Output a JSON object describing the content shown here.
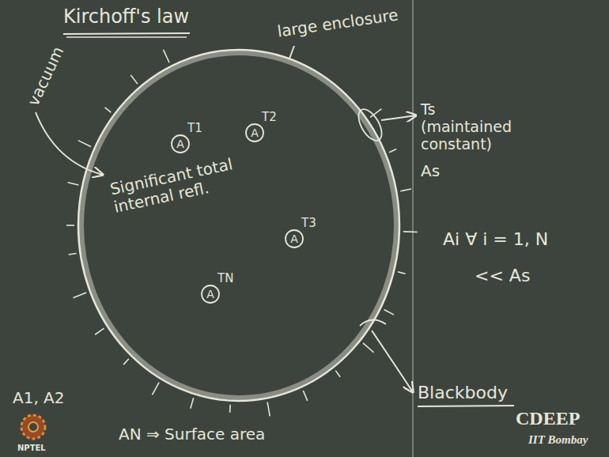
{
  "diagram": {
    "title": "Kirchoff's law",
    "nodes": [
      {
        "text": [
          "Significant total internal refl."
        ]
      },
      {
        "text": [
          "T1",
          "A"
        ],
        "in": 0
      },
      {
        "text": [
          "T2",
          "A"
        ],
        "in": 0
      },
      {
        "text": [
          "T3",
          "A"
        ],
        "in": 0
      },
      {
        "text": [
          "TN",
          "A"
        ],
        "in": 0
      }
    ],
    "labels": [
      "vacuum",
      "large enclosure",
      "Ts (maintained constant)",
      "As",
      "Ai ∀ i = 1, N",
      "<< As",
      "Blackbody",
      "A1, A2",
      "AN ⇒ Surface area",
      "CDEEP",
      "IIT Bombay",
      "NPTEL"
    ]
  }
}
